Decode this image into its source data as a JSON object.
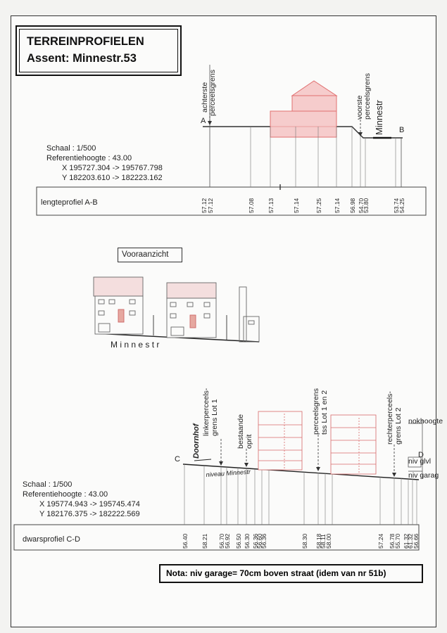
{
  "title": {
    "line1": "TERREINPROFIELEN",
    "line2": "Assent: Minnestr.53"
  },
  "profile_ab": {
    "scale": "Schaal : 1/500",
    "ref": "Referentiehoogte : 43.00",
    "x": "X 195727.304 ->  195767.798",
    "y": "Y 182203.610 ->  182223.162",
    "label": "lengteprofiel A-B",
    "point_a": "A",
    "point_b": "B",
    "rear_boundary_1": "achterste",
    "rear_boundary_2": "perceelsgrens",
    "front_boundary_1": "voorste",
    "front_boundary_2": "perceelsgrens",
    "street": "Minnestr",
    "heights": [
      "57.12",
      "57.12",
      "57.08",
      "57.13",
      "57.14",
      "57.25",
      "57.14",
      "56.98",
      "54.70",
      "53.80",
      "53.74",
      "54.25"
    ]
  },
  "front_view": {
    "title": "Vooraanzicht",
    "street": "M i n n e s t r"
  },
  "profile_cd": {
    "scale": "Schaal : 1/500",
    "ref": "Referentiehoogte : 43.00",
    "x": "X 195774.943 ->  195745.474",
    "y": "Y 182176.375 ->  182222.569",
    "label": "dwarsprofiel C-D",
    "point_c": "C",
    "point_d": "D",
    "doornhof": "Doornhof",
    "niveau": "niveau Minnestr",
    "left_boundary": [
      "linkerperceels-",
      "grens Lot 1"
    ],
    "driveway": [
      "bestaande",
      "oprit"
    ],
    "mid_boundary": [
      "perceelsgrens",
      "tss Lot 1 en 2"
    ],
    "right_boundary": [
      "rechterperceels-",
      "grens Lot 2"
    ],
    "nokhoogte": "nokhoogte",
    "niv_glvl": "niv glvl",
    "niv_garag": "niv garag",
    "heights": [
      "56.40",
      "58.21",
      "56.70",
      "56.92",
      "56.50",
      "56.30",
      "56.36",
      "56.60",
      "56.36",
      "58.30",
      "58.18",
      "58.11",
      "58.00",
      "57.24",
      "56.78",
      "55.70",
      "61.32",
      "61.32",
      "56.66"
    ]
  },
  "note": "Nota: niv garage= 70cm boven straat (idem van nr 51b)",
  "colors": {
    "accent": "#e07070",
    "fill": "#f6cccc",
    "ink": "#222222"
  }
}
